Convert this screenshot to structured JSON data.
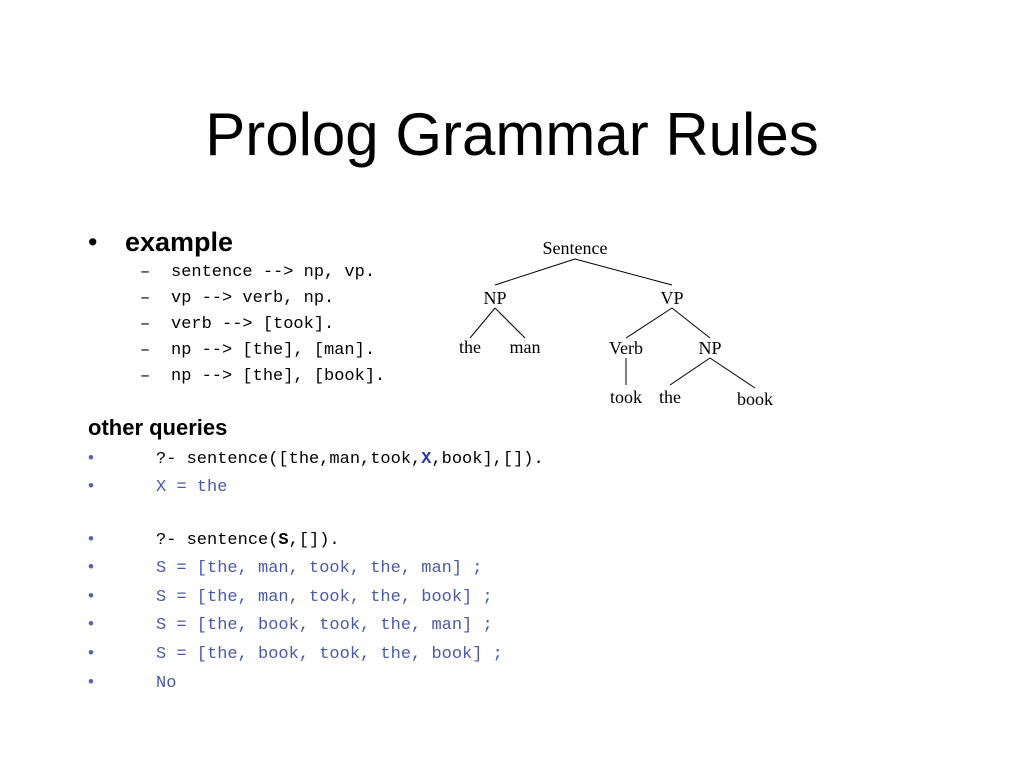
{
  "slide": {
    "title": "Prolog Grammar Rules"
  },
  "example": {
    "bullet_label": "example",
    "rules": [
      "sentence --> np, vp.",
      "vp --> verb, np.",
      "verb --> [took].",
      "np --> [the], [man].",
      "np --> [the], [book]."
    ]
  },
  "tree": {
    "nodes": {
      "sentence": "Sentence",
      "np1": "NP",
      "vp": "VP",
      "the1": "the",
      "man": "man",
      "verb": "Verb",
      "np2": "NP",
      "took": "took",
      "the2": "the",
      "book": "book"
    }
  },
  "queries": {
    "heading": "other queries",
    "q1_prefix": "?- sentence([the,man,took,",
    "q1_var": "X",
    "q1_suffix": ",book],[]).",
    "a1": "X = the",
    "q2_prefix": "?- sentence(",
    "q2_var": "S",
    "q2_suffix": ",[]).",
    "answers": [
      "S = [the, man, took, the, man] ;",
      "S = [the, man, took, the, book] ;",
      "S = [the, book, took, the, man] ;",
      "S = [the, book, took, the, book] ;",
      "No"
    ],
    "bullet_glyph": "•"
  },
  "colors": {
    "answer_text": "#4a5aa8",
    "variable": "#2a3a9a"
  }
}
